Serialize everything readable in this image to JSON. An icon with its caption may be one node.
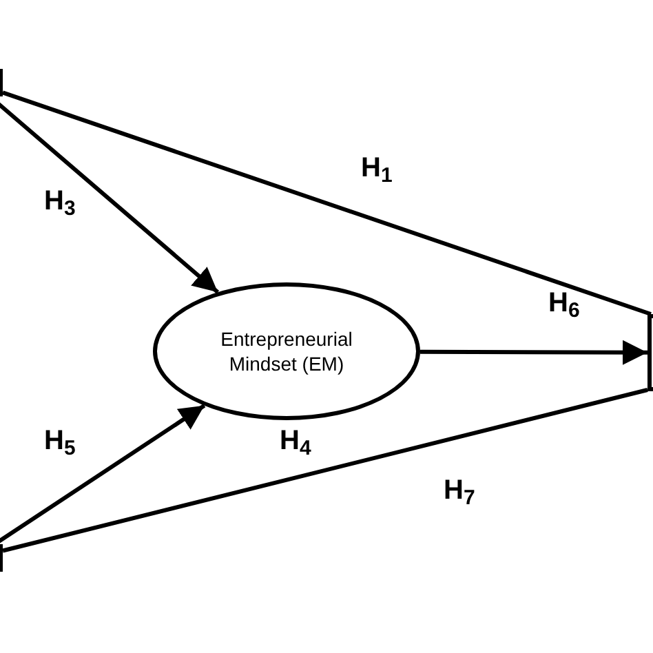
{
  "diagram": {
    "nodes": [
      {
        "text": [],
        "shape": "box"
      },
      {
        "text": [],
        "shape": "box"
      },
      {
        "text": [
          "Entrepreneurial Mindset (EM)"
        ]
      },
      {
        "text": [],
        "shape": "box"
      }
    ],
    "edges": [
      {
        "from": 0,
        "to": 3,
        "arrow": "none",
        "label": "H$_{1}$"
      },
      {
        "from": 0,
        "to": 2,
        "arrow": "to",
        "label": "H$_{3}$"
      },
      {
        "from": 2,
        "to": 3,
        "arrow": "to",
        "label": "H$_{6}$"
      },
      {
        "from": 1,
        "to": 2,
        "arrow": "to",
        "label": "H$_{5}$"
      },
      {
        "from": 1,
        "to": 3,
        "arrow": "none",
        "label": "H$_{7}$"
      }
    ],
    "labels": [
      "H$_{4}$"
    ]
  }
}
